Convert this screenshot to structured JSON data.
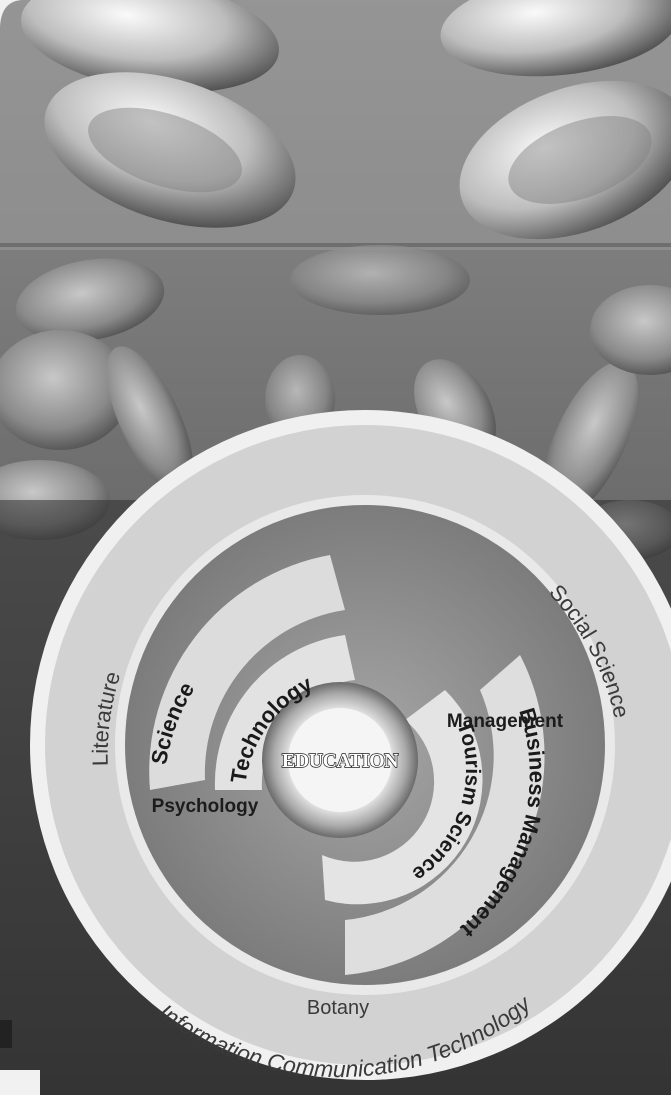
{
  "center": {
    "label": "EDUCATION"
  },
  "outer_ring": {
    "left": "Literature",
    "right": "Social Science",
    "bottom": "Information Communication Technology"
  },
  "inner": {
    "science": "Science",
    "technology": "Technology",
    "psychology": "Psychology",
    "management": "Management",
    "tourism_science": "Tourism Science",
    "business_management": "Business Management",
    "botany": "Botany"
  },
  "colors": {
    "page": "#f1f1f1",
    "photo_dark": "#3b3b3b",
    "photo_mid": "#7a7a7a",
    "cell_light": "#e6e6e6",
    "outer_ring": "#d4d4d4",
    "inner_disc": "#8c8c8c",
    "arc_band": "#dedede"
  },
  "icons": [
    "blood-cells-photo",
    "central-hub-ring"
  ]
}
